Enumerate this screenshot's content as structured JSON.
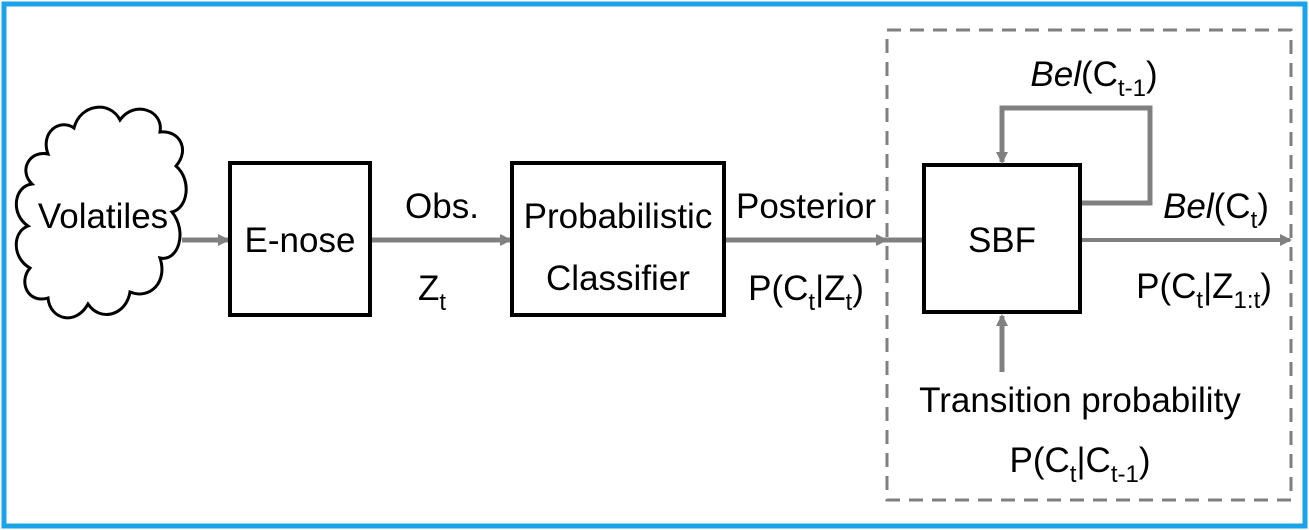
{
  "colors": {
    "frame_border": "#1aa3e8",
    "box_stroke": "#000000",
    "arrow": "#808080",
    "dashed_region": "#7f7f7f",
    "text": "#000000"
  },
  "nodes": {
    "volatiles": {
      "label": "Volatiles"
    },
    "enose": {
      "label": "E-nose"
    },
    "classifier": {
      "line1": "Probabilistic",
      "line2": "Classifier"
    },
    "sbf": {
      "label": "SBF"
    }
  },
  "edges": {
    "obs": {
      "label": "Obs.",
      "var": "Z",
      "var_sub": "t"
    },
    "posterior": {
      "label": "Posterior",
      "expr_prefix": "P(C",
      "expr_sub1": "t",
      "expr_mid": "|Z",
      "expr_sub2": "t",
      "expr_suffix": ")"
    },
    "belief_out": {
      "bel": "Bel",
      "open": "(C",
      "sub": "t",
      "close": ")",
      "expr_prefix": "P(C",
      "expr_sub1": "t",
      "expr_mid": "|Z",
      "expr_sub2": "1:t",
      "expr_suffix": ")"
    },
    "belief_prev": {
      "bel": "Bel",
      "open": "(C",
      "sub": "t-1",
      "close": ")"
    },
    "transition": {
      "label": "Transition probability",
      "expr_prefix": "P(C",
      "expr_sub1": "t",
      "expr_mid": "|C",
      "expr_sub2": "t-1",
      "expr_suffix": ")"
    }
  }
}
